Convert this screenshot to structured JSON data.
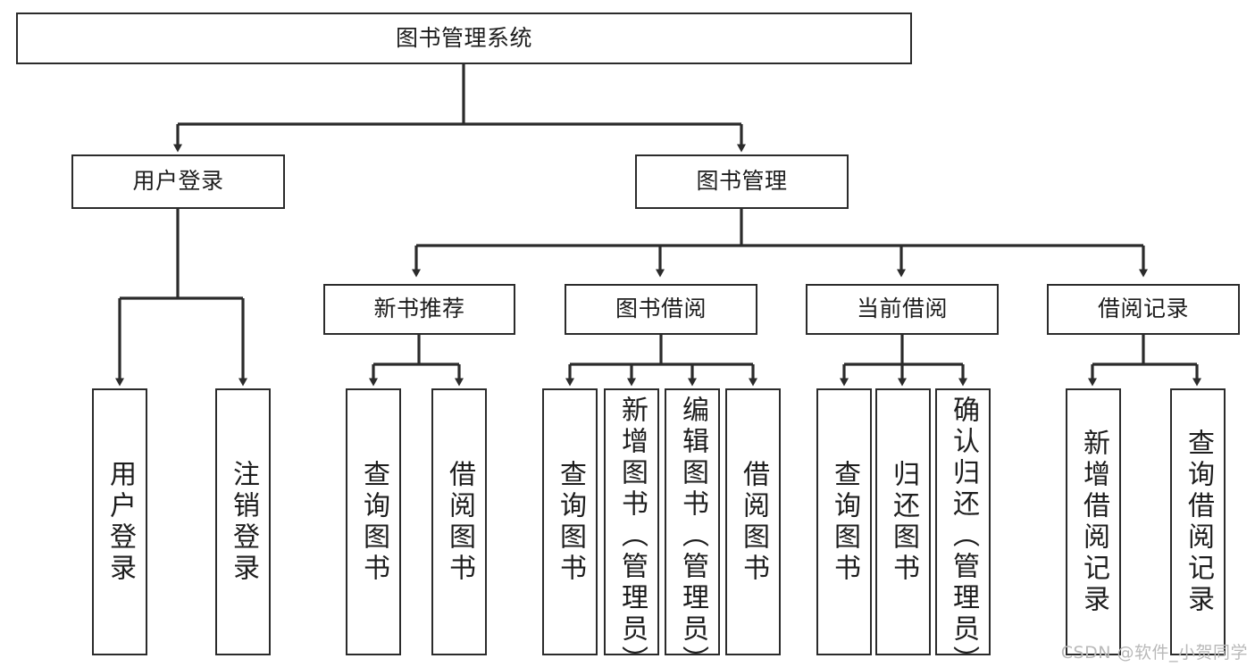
{
  "diagram": {
    "title": "图书管理系统",
    "type": "tree-hierarchy-chart",
    "colors": {
      "background": "#ffffff",
      "box_stroke": "#2b2b2b",
      "box_fill": "#ffffff",
      "text": "#1d1d1d",
      "edge": "#2b2b2b",
      "watermark": "#b9b9b9"
    },
    "watermark": "CSDN @软件_小贺同学",
    "nodes": {
      "root": {
        "label": "图书管理系统"
      },
      "level2": [
        {
          "id": "user-login",
          "label": "用户登录"
        },
        {
          "id": "book-manage",
          "label": "图书管理"
        }
      ],
      "level3": [
        {
          "id": "new-book-recommend",
          "label": "新书推荐"
        },
        {
          "id": "book-borrow",
          "label": "图书借阅"
        },
        {
          "id": "current-borrow",
          "label": "当前借阅"
        },
        {
          "id": "borrow-record",
          "label": "借阅记录"
        }
      ],
      "leaves": {
        "user_login": [
          {
            "id": "leaf-user-login",
            "label": "用户登录"
          },
          {
            "id": "leaf-logout-login",
            "label": "注销登录"
          }
        ],
        "new_book_recommend": [
          {
            "id": "leaf-query-book-1",
            "label": "查询图书"
          },
          {
            "id": "leaf-borrow-book-1",
            "label": "借阅图书"
          }
        ],
        "book_borrow": [
          {
            "id": "leaf-query-book-2",
            "label": "查询图书"
          },
          {
            "id": "leaf-add-book",
            "label": "新增图书（管理员）"
          },
          {
            "id": "leaf-edit-book",
            "label": "编辑图书（管理员）"
          },
          {
            "id": "leaf-borrow-book-2",
            "label": "借阅图书"
          }
        ],
        "current_borrow": [
          {
            "id": "leaf-query-book-3",
            "label": "查询图书"
          },
          {
            "id": "leaf-return-book",
            "label": "归还图书"
          },
          {
            "id": "leaf-confirm-return",
            "label": "确认归还（管理员）"
          }
        ],
        "borrow_record": [
          {
            "id": "leaf-add-borrow-record",
            "label": "新增借阅记录"
          },
          {
            "id": "leaf-query-borrow-record",
            "label": "查询借阅记录"
          }
        ]
      }
    }
  }
}
